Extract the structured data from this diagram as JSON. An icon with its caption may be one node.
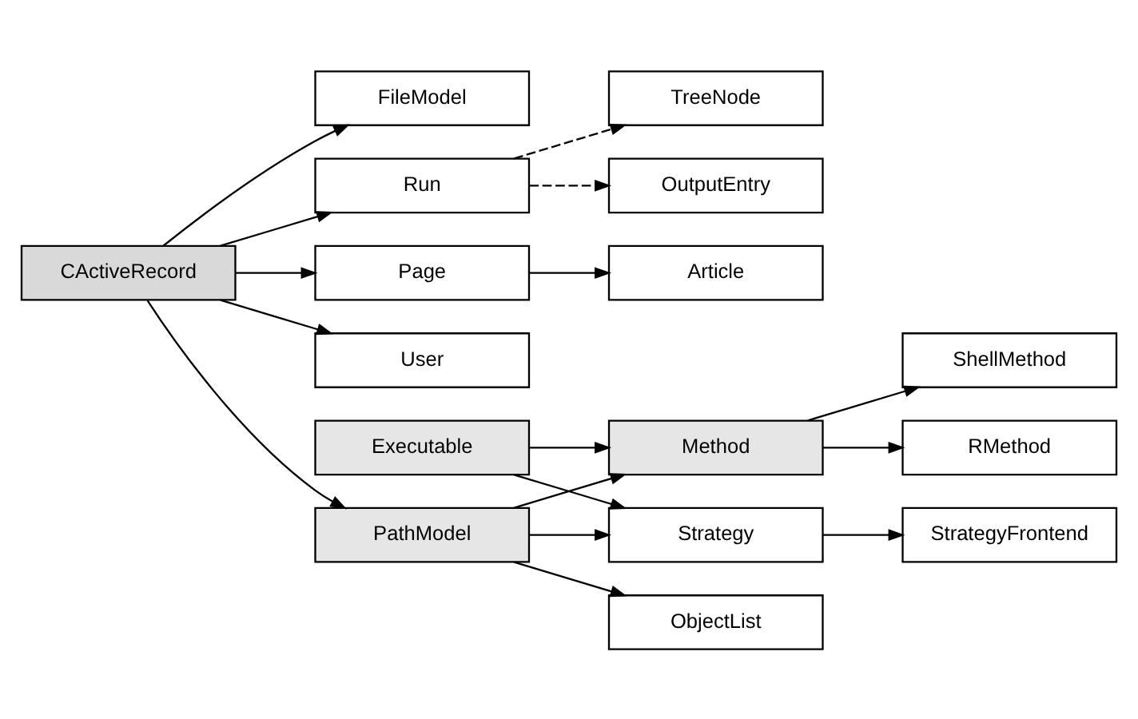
{
  "diagram": {
    "nodes": [
      {
        "text": [
          "User"
        ]
      },
      {
        "text": [
          "Page"
        ]
      },
      {
        "text": [
          "Article"
        ]
      },
      {
        "text": [
          "CActiveRecord"
        ]
      },
      {
        "text": [
          "FileModel"
        ]
      },
      {
        "text": [
          "Run"
        ]
      },
      {
        "text": [
          "OutputEntry"
        ]
      },
      {
        "text": [
          "TreeNode"
        ]
      },
      {
        "text": [
          "ObjectList"
        ]
      },
      {
        "text": [
          "PathModel"
        ]
      },
      {
        "text": [
          "Method"
        ]
      },
      {
        "text": [
          "RMethod"
        ]
      },
      {
        "text": [
          "Executable"
        ]
      },
      {
        "text": [
          "ShellMethod"
        ]
      },
      {
        "text": [
          "Strategy"
        ]
      },
      {
        "text": [
          "StrategyFrontend"
        ]
      }
    ],
    "edges": [
      {
        "from": 3,
        "to": 0,
        "arrow": "to"
      },
      {
        "from": 3,
        "to": 1,
        "arrow": "to"
      },
      {
        "from": 3,
        "to": 4,
        "arrow": "to"
      },
      {
        "from": 3,
        "to": 5,
        "arrow": "to"
      },
      {
        "from": 1,
        "to": 2,
        "arrow": "to"
      },
      {
        "from": 5,
        "to": 6,
        "arrow": "to",
        "style": "dashed"
      },
      {
        "from": 5,
        "to": 7,
        "arrow": "to",
        "style": "dashed"
      },
      {
        "from": 3,
        "to": 9,
        "arrow": "to"
      },
      {
        "from": 9,
        "to": 8,
        "arrow": "to"
      },
      {
        "from": 9,
        "to": 10,
        "arrow": "to"
      },
      {
        "from": 9,
        "to": 14,
        "arrow": "to"
      },
      {
        "from": 12,
        "to": 10,
        "arrow": "to"
      },
      {
        "from": 12,
        "to": 14,
        "arrow": "to"
      },
      {
        "from": 10,
        "to": 11,
        "arrow": "to"
      },
      {
        "from": 10,
        "to": 13,
        "arrow": "to"
      },
      {
        "from": 14,
        "to": 15,
        "arrow": "to"
      }
    ]
  }
}
